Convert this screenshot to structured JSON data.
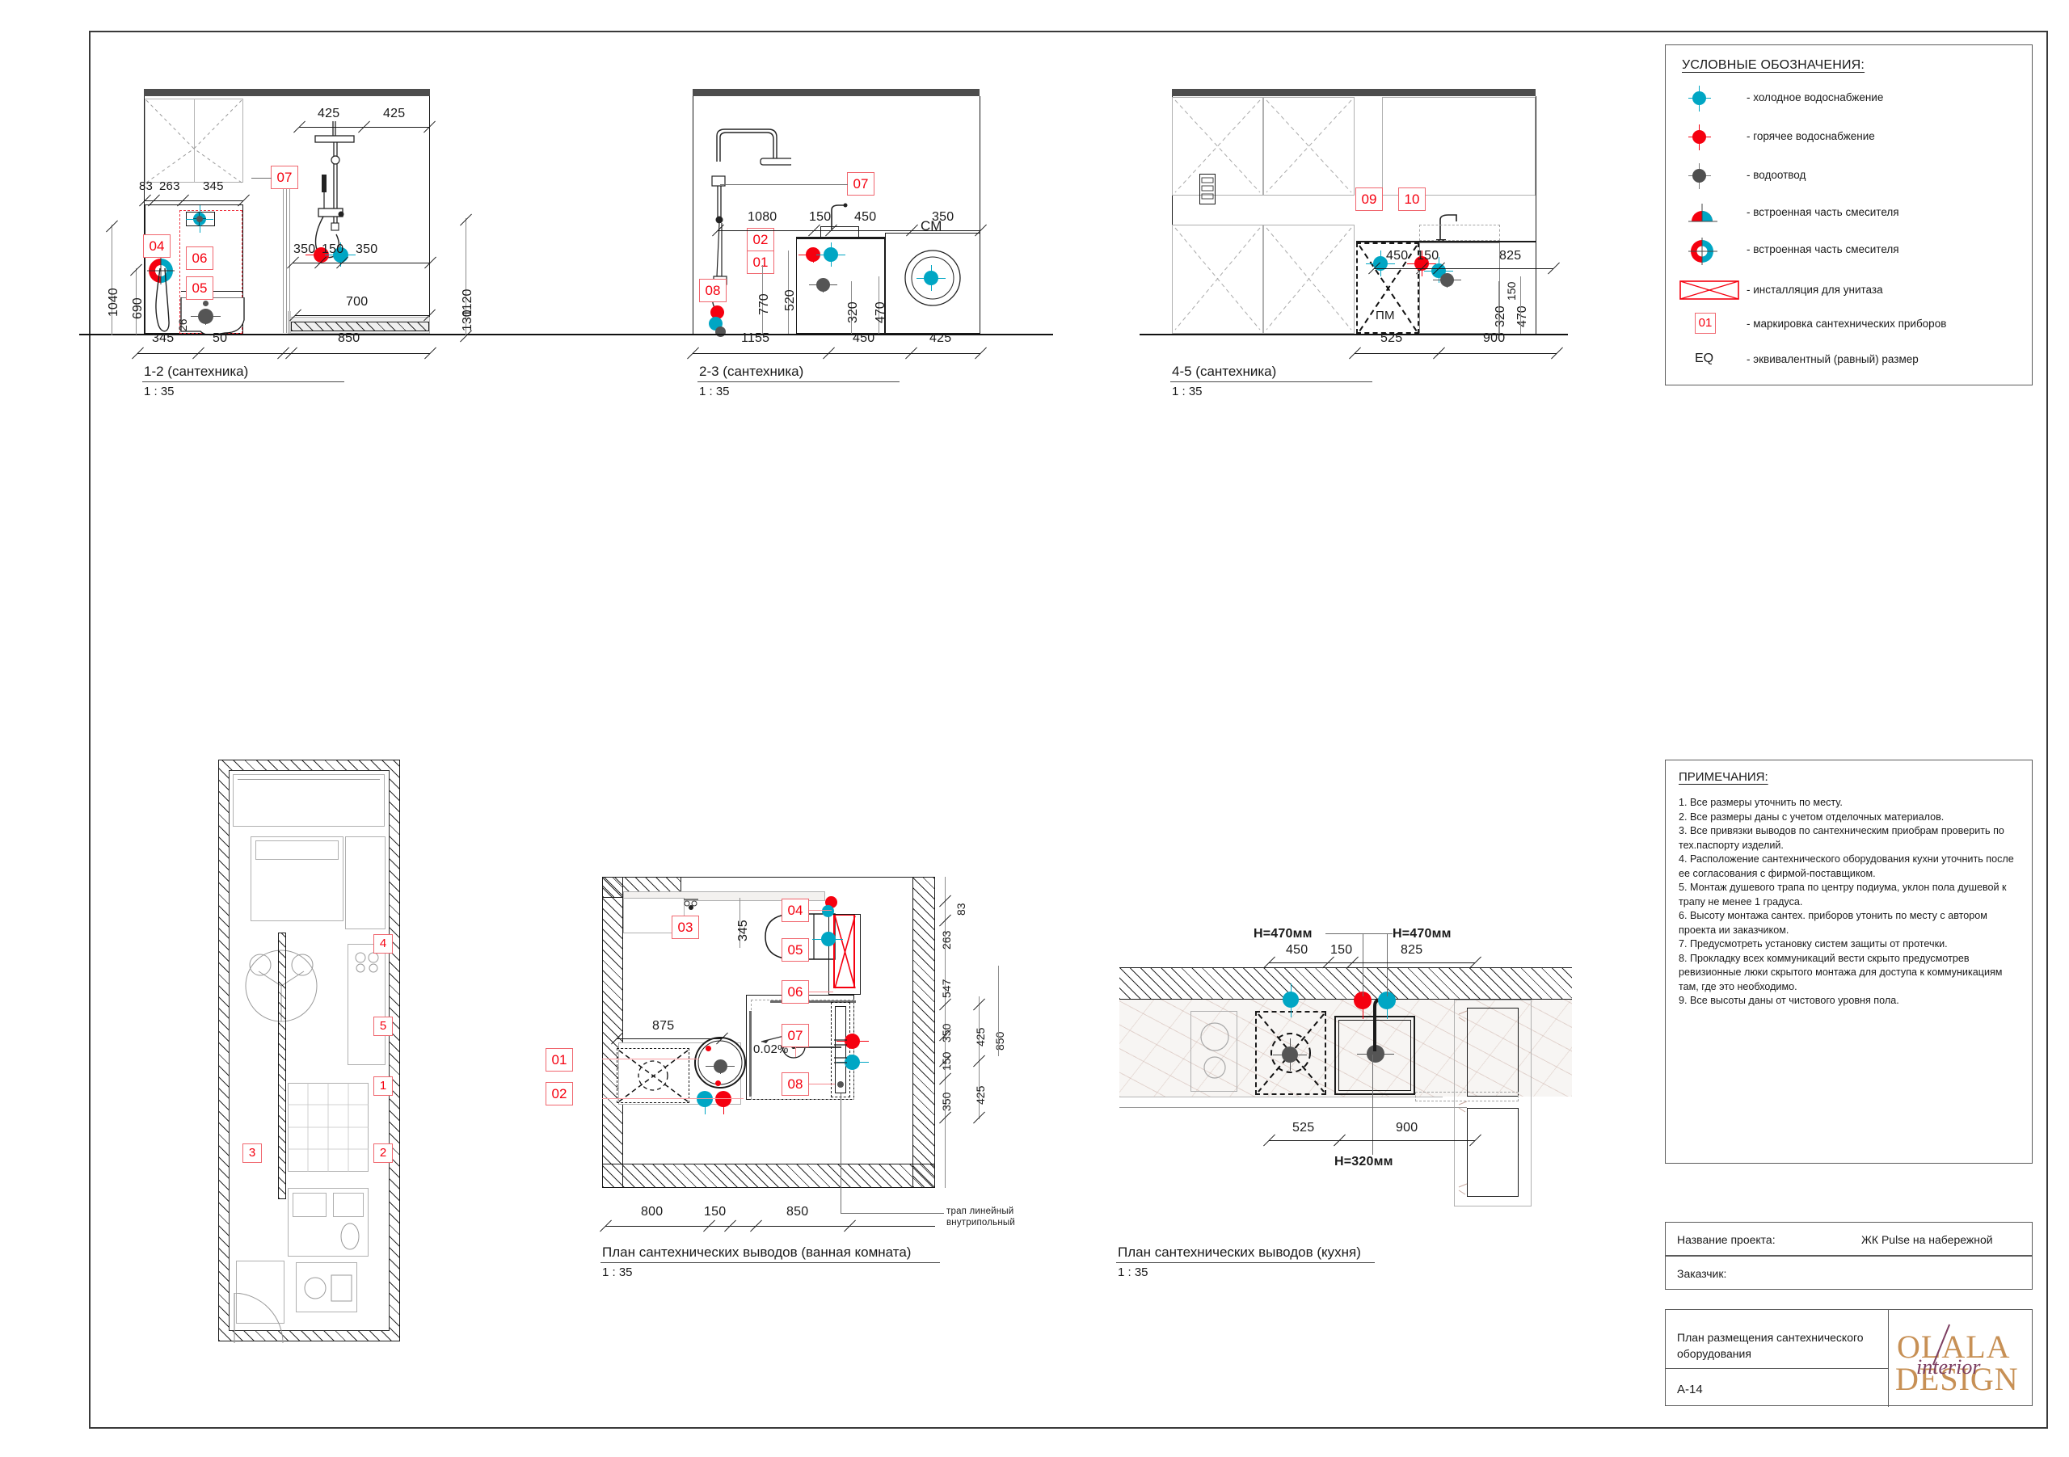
{
  "sheet": {
    "drawing_number": "A-14",
    "title": "План размещения сантехнического оборудования"
  },
  "legend": {
    "title": "УСЛОВНЫЕ ОБОЗНАЧЕНИЯ:",
    "items": [
      {
        "symbol": "cold-water-dot",
        "label": "- холодное водоснабжение"
      },
      {
        "symbol": "hot-water-dot",
        "label": "- горячее водоснабжение"
      },
      {
        "symbol": "drain-dot",
        "label": "- водоотвод"
      },
      {
        "symbol": "mixer-half-dome",
        "label": "- встроенная часть смесителя"
      },
      {
        "symbol": "mixer-ring",
        "label": "- встроенная часть смесителя"
      },
      {
        "symbol": "wc-installation",
        "label": "- инсталляция для унитаза"
      },
      {
        "symbol": "fixture-tag",
        "label": "- маркировка сантехнических приборов",
        "glyph": "01"
      },
      {
        "symbol": "eq-text",
        "label": "- эквивалентный (равный) размер",
        "glyph": "EQ"
      }
    ]
  },
  "notes": {
    "title": "ПРИМЕЧАНИЯ:",
    "items": [
      "1. Все размеры уточнить по месту.",
      "2. Все размеры даны с учетом отделочных материалов.",
      "3. Все привязки выводов по сантехническим приобрам проверить по тех.паспорту изделий.",
      "4. Расположение сантехнического оборудования кухни уточнить после ее согласования с фирмой-поставщиком.",
      "5. Монтаж душевого трапа по центру подиума, уклон пола душевой к трапу не менее 1 градуса.",
      "6. Высоту монтажа сантех. приборов утонить по месту с автором проекта ии заказчиком.",
      "7. Предусмотреть установку систем защиты от протечки.",
      "8. Прокладку всех коммуникаций вести скрыто предусмотрев ревизионные люки скрытого монтажа для доступа к коммуникациям там, где это необходимо.",
      "9. Все высоты даны от чистового уровня пола."
    ]
  },
  "title_block": {
    "project_label": "Название проекта:",
    "project_value": "ЖК Pulse на набережной",
    "client_label": "Заказчик:",
    "client_value": "",
    "sheet_title": "План размещения сантехнического оборудования",
    "sheet_number": "A-14",
    "logo_top": "OLALA",
    "logo_script": "interior",
    "logo_bottom": "DESIGN"
  },
  "views": [
    {
      "id": "elev-1-2",
      "title": "1-2 (сантехника)",
      "scale": "1 : 35",
      "tags": [
        "07",
        "04",
        "06",
        "05"
      ],
      "dimensions_top": [
        "425",
        "425"
      ],
      "dimensions_mid": [
        "83",
        "263",
        "345"
      ],
      "dimensions_inner": [
        "350",
        "150",
        "350"
      ],
      "dimensions_left": [
        "1040",
        "690",
        "26"
      ],
      "dimensions_right": [
        "1120",
        "130"
      ],
      "dimensions_bottom": [
        "345",
        "50",
        "850"
      ],
      "dimension_shower": "700"
    },
    {
      "id": "elev-2-3",
      "title": "2-3 (сантехника)",
      "scale": "1 : 35",
      "tags": [
        "07",
        "02",
        "01",
        "08"
      ],
      "label_machine": "СМ",
      "dimensions_top": [
        "1080",
        "150",
        "450",
        "350"
      ],
      "dimensions_inner": [
        "520",
        "770",
        "320",
        "470"
      ],
      "dimensions_bottom": [
        "1155",
        "450",
        "425"
      ]
    },
    {
      "id": "elev-4-5",
      "title": "4-5 (сантехника)",
      "scale": "1 : 35",
      "tags": [
        "09",
        "10"
      ],
      "label_machine": "ПМ",
      "dimensions_inner": [
        "450",
        "150",
        "825",
        "320",
        "470",
        "150"
      ],
      "dimensions_bottom": [
        "525",
        "900"
      ]
    },
    {
      "id": "plan-bathroom",
      "title": "План сантехнических выводов (ванная комната)",
      "scale": "1 : 35",
      "tags": [
        "03",
        "04",
        "05",
        "06",
        "07",
        "08",
        "01",
        "02"
      ],
      "slope_label": "0.02%",
      "drain_note_line1": "трап линейный",
      "drain_note_line2": "внутрипольный",
      "dimensions_top": [
        "345"
      ],
      "dimensions_right": [
        "83",
        "263",
        "547",
        "350",
        "150",
        "350",
        "425",
        "425",
        "850"
      ],
      "dimensions_inner": [
        "875"
      ],
      "dimensions_bottom": [
        "800",
        "150",
        "850"
      ]
    },
    {
      "id": "plan-kitchen",
      "title": "План сантехнических выводов (кухня)",
      "scale": "1 : 35",
      "heights": [
        "H=470мм",
        "H=470мм",
        "H=320мм"
      ],
      "dimensions_top": [
        "450",
        "150",
        "825"
      ],
      "dimensions_bottom": [
        "525",
        "900"
      ]
    },
    {
      "id": "plan-apartment",
      "title": "",
      "room_marks": [
        "1",
        "2",
        "3",
        "4",
        "5"
      ]
    }
  ],
  "colors": {
    "cold": "#00a6c4",
    "hot": "#f5000f",
    "drain": "#555555",
    "tag_red": "#f5000f",
    "line": "#1a1a1a",
    "logo_gold": "#c79055",
    "logo_plum": "#7d3f62"
  }
}
